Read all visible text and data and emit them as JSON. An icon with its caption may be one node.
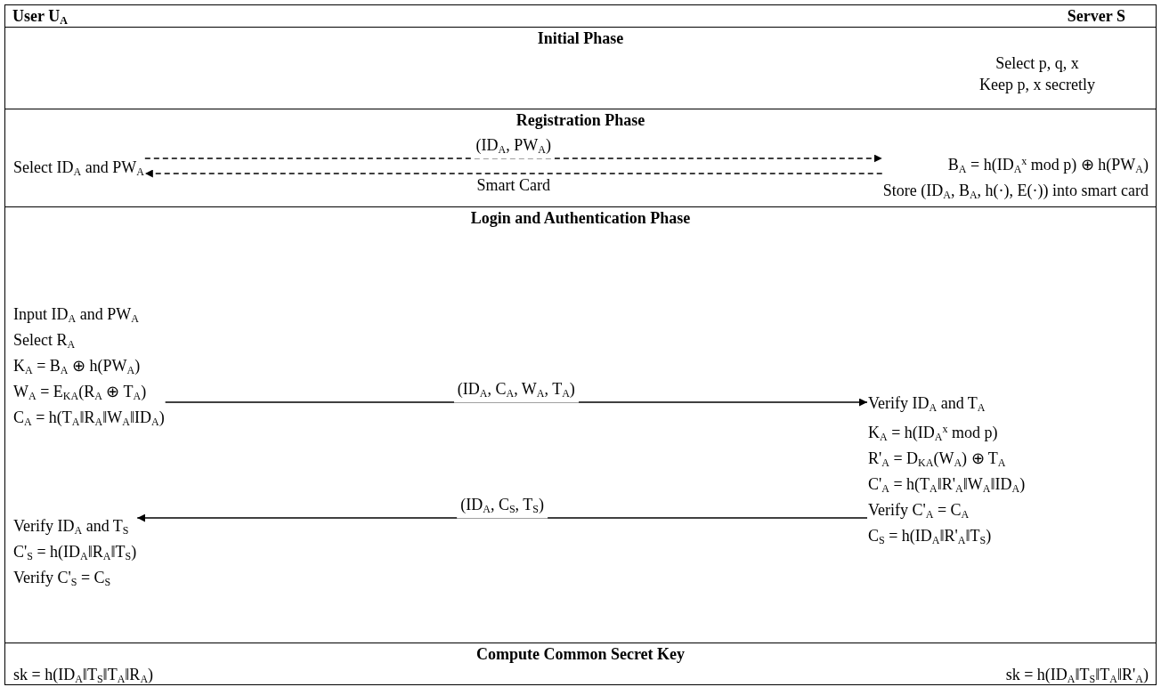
{
  "diagram": {
    "nodes": [
      {
        "text": [
          "Initial Phase"
        ]
      },
      {
        "text": [
          "Select p, q, x",
          "Keep p, x secretly"
        ],
        "in": 0
      },
      {
        "text": [
          "Registration Phase"
        ]
      },
      {
        "text": [
          "Select ID$_{A}$ and PW$_{A}$"
        ],
        "in": 2
      },
      {
        "text": [
          "B$_{A}$ = h(ID$_{A}$$^{x}$ mod p) ⊕ h(PW$_{A}$)",
          "Store (ID$_{A}$, B$_{A}$, h(·), E(·)) into smart card"
        ],
        "in": 2
      },
      {
        "text": [
          "Login and Authentication Phase"
        ]
      },
      {
        "text": [
          "Input ID$_{A}$ and PW$_{A}$",
          "Select R$_{A}$",
          "K$_{A}$ = B$_{A}$ ⊕ h(PW$_{A}$)",
          "W$_{A}$ = E$_{KA}$(R$_{A}$ ⊕ T$_{A}$)",
          "C$_{A}$ = h(T$_{A}$‖R$_{A}$‖W$_{A}$‖ID$_{A}$)"
        ],
        "in": 5
      },
      {
        "text": [
          "Verify ID$_{A}$ and T$_{A}$",
          "K$_{A}$ = h(ID$_{A}$$^{x}$ mod p)",
          "R'$_{A}$ = D$_{KA}$(W$_{A}$) ⊕ T$_{A}$",
          "C'$_{A}$ = h(T$_{A}$‖R'$_{A}$‖W$_{A}$‖ID$_{A}$)",
          "Verify C'$_{A}$ = C$_{A}$",
          "C$_{S}$ = h(ID$_{A}$‖R'$_{A}$‖T$_{S}$)"
        ],
        "in": 5
      },
      {
        "text": [
          "Verify ID$_{A}$ and T$_{S}$",
          "C'$_{S}$ = h(ID$_{A}$‖R$_{A}$‖T$_{S}$)",
          "Verify C'$_{S}$ = C$_{S}$"
        ],
        "in": 5
      },
      {
        "text": [
          "Compute Common Secret Key"
        ]
      },
      {
        "text": [
          "sk = h(ID$_{A}$‖T$_{S}$‖T$_{A}$‖R$_{A}$)"
        ],
        "in": 9
      },
      {
        "text": [
          "sk = h(ID$_{A}$‖T$_{S}$‖T$_{A}$‖R'$_{A}$)"
        ],
        "in": 9
      }
    ],
    "edges": [
      {
        "from": 3,
        "to": 4,
        "arrow": "to",
        "label": "(ID$_{A}$, PW$_{A}$)",
        "style": "dashed"
      },
      {
        "from": 4,
        "to": 3,
        "arrow": "to",
        "label": "Smart Card",
        "style": "dashed"
      },
      {
        "from": 6,
        "to": 7,
        "arrow": "to",
        "label": "(ID$_{A}$, C$_{A}$, W$_{A}$, T$_{A}$)"
      },
      {
        "from": 7,
        "to": 8,
        "arrow": "to",
        "label": "(ID$_{A}$, C$_{S}$, T$_{S}$)"
      }
    ],
    "labels": [
      "User U$_{A}$",
      "Server S"
    ]
  }
}
